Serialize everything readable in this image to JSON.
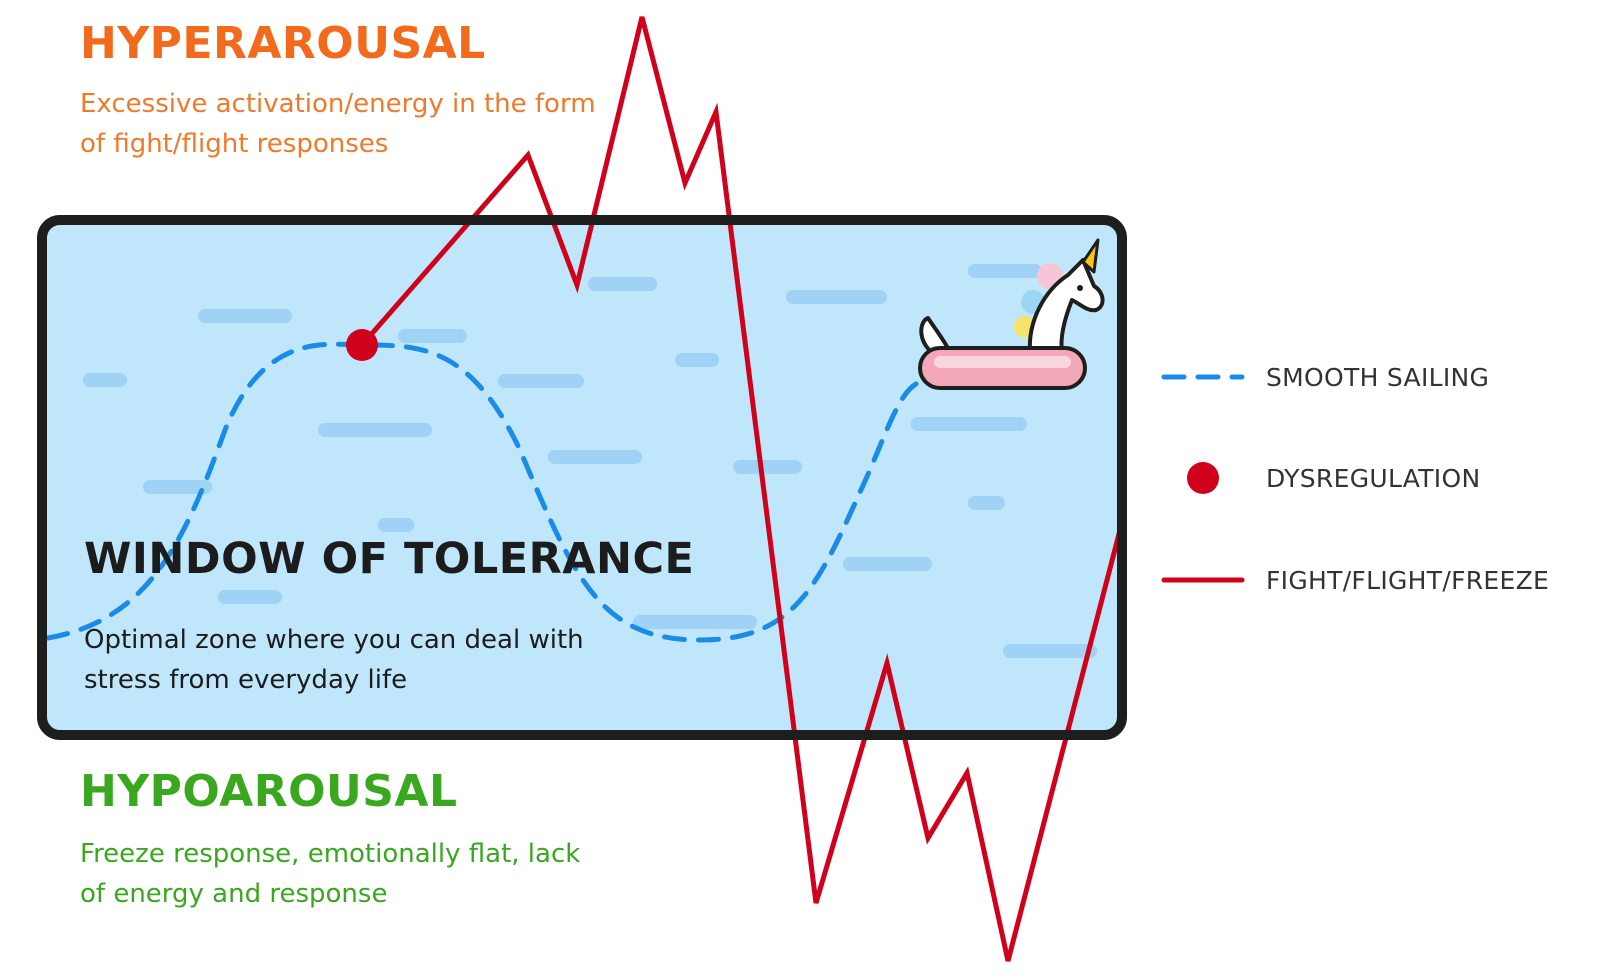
{
  "hyperarousal": {
    "title": "HYPERAROUSAL",
    "description": "Excessive activation/energy in the form of fight/flight responses",
    "color": "#f26a1b"
  },
  "window": {
    "title": "WINDOW OF TOLERANCE",
    "description": "Optimal zone where you can deal with stress from everyday life",
    "fill_color": "#bfe6fb",
    "border_color": "#1e1e1e"
  },
  "hypoarousal": {
    "title": "HYPOAROUSAL",
    "description": "Freeze response, emotionally flat, lack of energy and response",
    "color": "#3aa81e"
  },
  "legend": {
    "smooth_sailing": {
      "label": "SMOOTH SAILING",
      "color": "#1a8ce8"
    },
    "dysregulation": {
      "label": "DYSREGULATION",
      "color": "#d0021b"
    },
    "fight_flight_freeze": {
      "label": "FIGHT/FLIGHT/FREEZE",
      "color": "#d0021b"
    }
  },
  "icons": {
    "float": "unicorn-pool-float-icon"
  }
}
